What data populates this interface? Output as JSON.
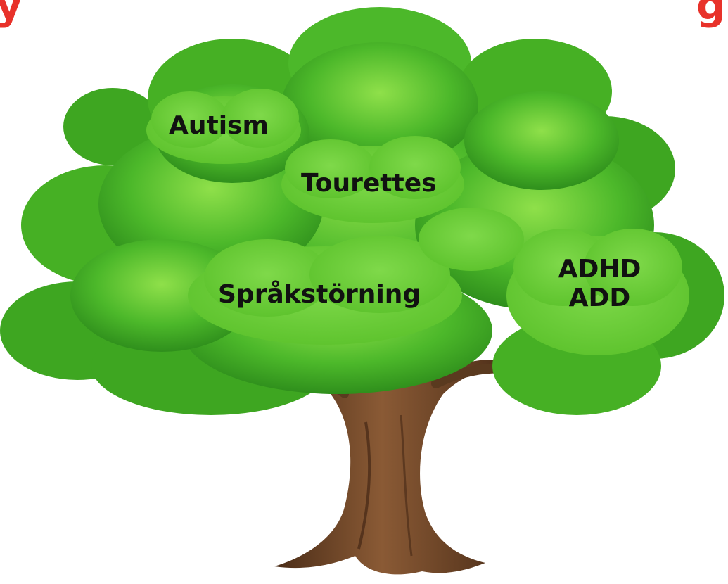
{
  "heading": {
    "fragment_left": "y",
    "fragment_right": "g",
    "color": "#e8322a"
  },
  "colors": {
    "foliage_dark": "#2f8f1c",
    "foliage_mid": "#4cb82a",
    "foliage_light": "#7ad83c",
    "cloud_fill": "#6ccf34",
    "trunk_dark": "#4a2c17",
    "trunk_mid": "#6b4226",
    "trunk_light": "#8a5a35",
    "label_text": "#111111"
  },
  "labels": {
    "autism": "Autism",
    "tourettes": "Tourettes",
    "sprakstorning": "Språkstörning",
    "adhd_line1": "ADHD",
    "adhd_line2": "ADD"
  }
}
